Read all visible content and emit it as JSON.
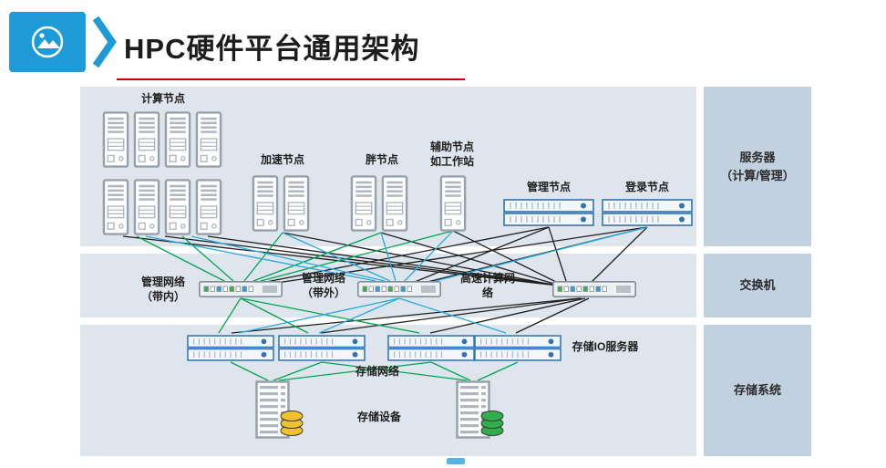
{
  "slide": {
    "title": "HPC硬件平台通用架构"
  },
  "server_band": {
    "compute_label": "计算节点",
    "accel_label": "加速节点",
    "fat_label": "胖节点",
    "aux_label_line1": "辅助节点",
    "aux_label_line2": "如工作站",
    "mgmt_label": "管理节点",
    "login_label": "登录节点"
  },
  "switch_band": {
    "mgmt_inband_line1": "管理网络",
    "mgmt_inband_line2": "（带内）",
    "mgmt_oob_line1": "管理网络",
    "mgmt_oob_line2": "（带外）",
    "hsn_label": "高速计算网络"
  },
  "storage_band": {
    "io_server_label": "存储IO服务器",
    "network_label": "存储网络",
    "device_label": "存储设备"
  },
  "right_panel": {
    "servers_line1": "服务器",
    "servers_line2": "（计算/管理）",
    "switches_label": "交换机",
    "storage_label": "存储系统"
  },
  "colors": {
    "header_accent": "#1e9bd7",
    "title_underline": "#c00000",
    "band_bg": "#dfe5ec",
    "panel_bg": "#c2d1e0",
    "line_black": "#1f1f1f",
    "line_green": "#00a651",
    "line_cyan": "#29abe2",
    "disk_yellow": "#f2c12e",
    "disk_green": "#2fae49",
    "rack_blue": "#2e74b5"
  }
}
